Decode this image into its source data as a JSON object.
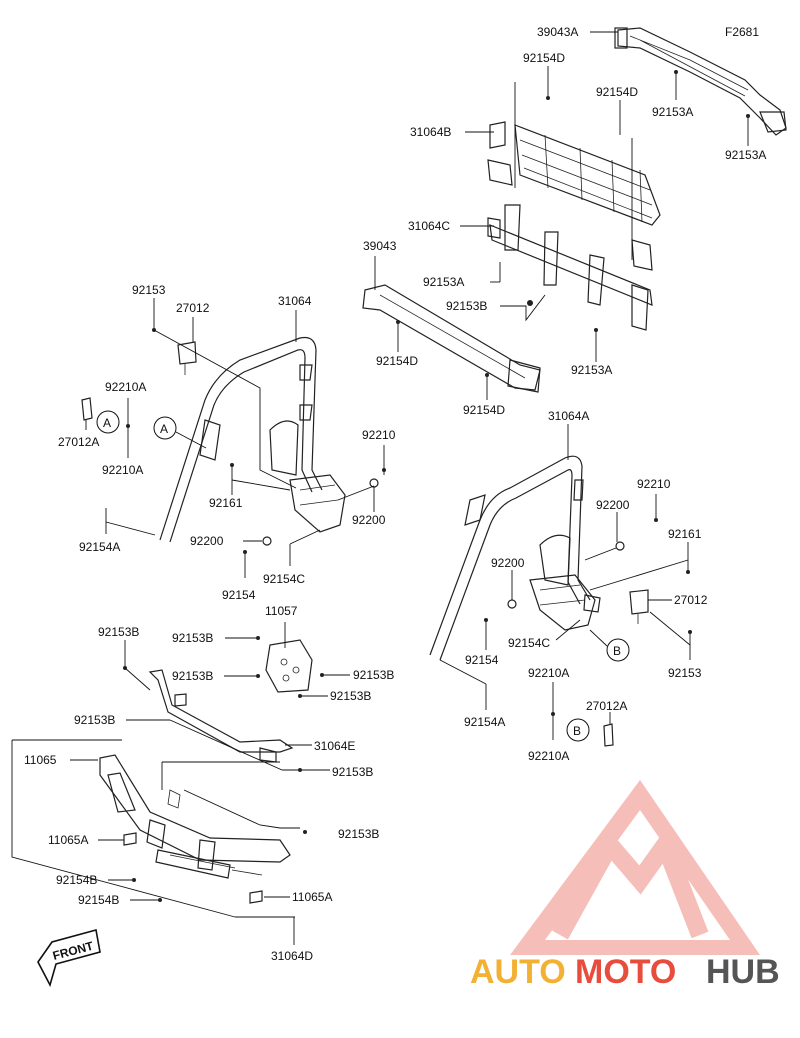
{
  "figure_id": "F2681",
  "callouts": {
    "a1": "A",
    "a2": "A",
    "b1": "B",
    "b2": "B"
  },
  "front_label": "FRONT",
  "labels": {
    "l39043A": "39043A",
    "l92154D_1": "92154D",
    "l92154D_2": "92154D",
    "l92153A_1": "92153A",
    "l92153A_2": "92153A",
    "l31064B": "31064B",
    "l31064C": "31064C",
    "l39043": "39043",
    "l92153A_3": "92153A",
    "l92153B_1": "92153B",
    "l92154D_3": "92154D",
    "l92153A_4": "92153A",
    "l92154D_4": "92154D",
    "l92153_1": "92153",
    "l27012_1": "27012",
    "l31064": "31064",
    "l92210A_1": "92210A",
    "l27012A_1": "27012A",
    "l92210A_2": "92210A",
    "l92161_1": "92161",
    "l92210_1": "92210",
    "l92200_1": "92200",
    "l92154A_1": "92154A",
    "l92200_2": "92200",
    "l92154_1": "92154",
    "l92154C_1": "92154C",
    "l31064A": "31064A",
    "l92210_2": "92210",
    "l92200_3": "92200",
    "l92161_2": "92161",
    "l92200_4": "92200",
    "l27012_2": "27012",
    "l92154C_2": "92154C",
    "l92154_2": "92154",
    "l92153_2": "92153",
    "l92210A_3": "92210A",
    "l27012A_2": "27012A",
    "l92210A_4": "92210A",
    "l92154A_2": "92154A",
    "l92153B_2": "92153B",
    "l11057": "11057",
    "l92153B_3": "92153B",
    "l92153B_4": "92153B",
    "l92153B_5": "92153B",
    "l92153B_6": "92153B",
    "l92153B_7": "92153B",
    "l31064E": "31064E",
    "l11065": "11065",
    "l92153B_8": "92153B",
    "l11065A_1": "11065A",
    "l92153B_9": "92153B",
    "l92154B_1": "92154B",
    "l92154B_2": "92154B",
    "l11065A_2": "11065A",
    "l31064D": "31064D"
  },
  "watermark": {
    "brand_part1": "AUTO",
    "brand_part2": "MOTO",
    "brand_part3": "HUB",
    "color_primary": "#f2b134",
    "color_secondary": "#e84c3d",
    "color_tertiary": "#555555"
  }
}
